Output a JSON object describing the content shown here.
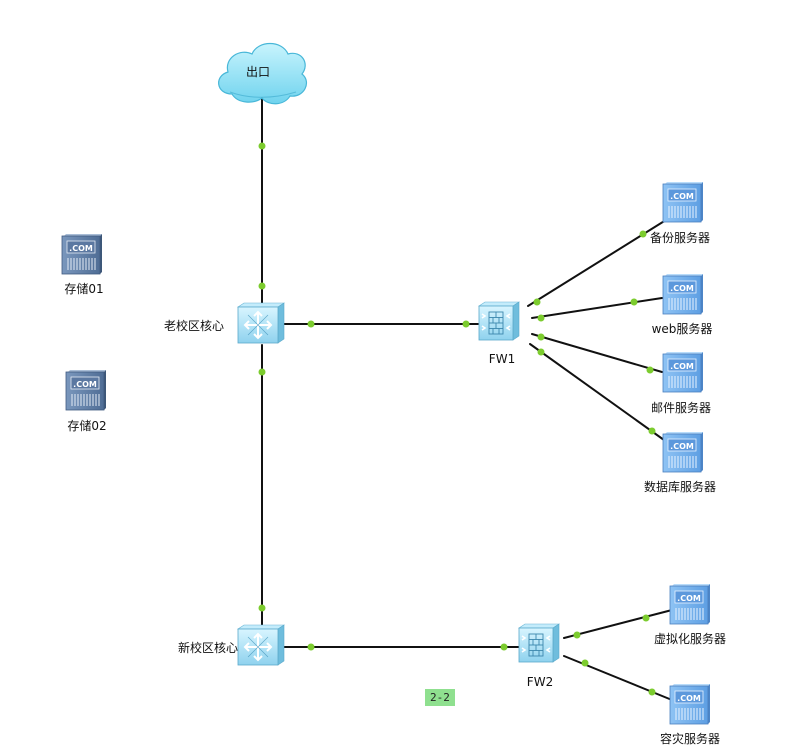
{
  "nodes": {
    "exit": {
      "label": "出口",
      "icon": "cloud-icon"
    },
    "old_core": {
      "label": "老校区核心",
      "icon": "core-switch-icon"
    },
    "new_core": {
      "label": "新校区核心",
      "icon": "core-switch-icon"
    },
    "fw1": {
      "label": "FW1",
      "icon": "firewall-icon"
    },
    "fw2": {
      "label": "FW2",
      "icon": "firewall-icon"
    },
    "backup": {
      "label": "备份服务器",
      "icon": "server-icon"
    },
    "web": {
      "label": "web服务器",
      "icon": "server-icon"
    },
    "mail": {
      "label": "邮件服务器",
      "icon": "server-icon"
    },
    "db": {
      "label": "数据库服务器",
      "icon": "server-icon"
    },
    "virt": {
      "label": "虚拟化服务器",
      "icon": "server-icon"
    },
    "dr": {
      "label": "容灾服务器",
      "icon": "server-icon"
    },
    "storage1": {
      "label": "存储01",
      "icon": "storage-icon"
    },
    "storage2": {
      "label": "存储02",
      "icon": "storage-icon"
    }
  },
  "server_badge": ".COM",
  "tag": "2-2",
  "colors": {
    "link": "#111111",
    "port": "#7ccc2e",
    "cloud": "#8fe3f5",
    "device": "#9ad8f0",
    "server": "#7ab3ee",
    "storage": "#5f7fa7",
    "tag": "#8fe08f"
  }
}
